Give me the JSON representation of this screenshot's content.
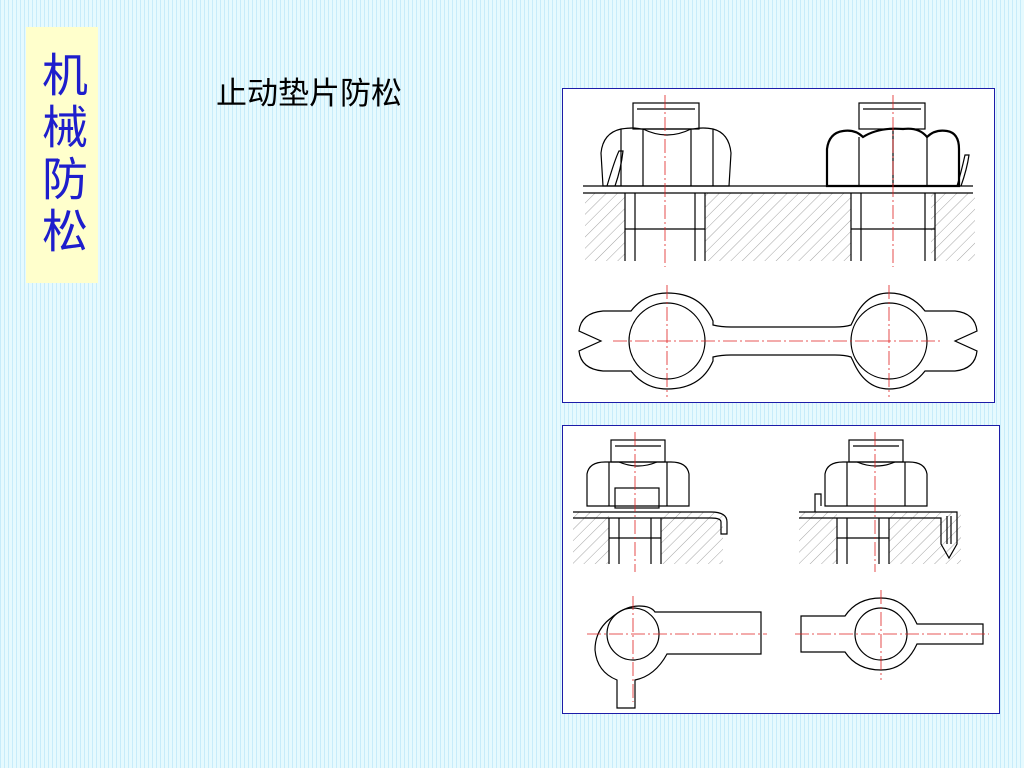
{
  "sidebar": {
    "title": "机械防松"
  },
  "main": {
    "heading": "止动垫片防松"
  },
  "figures": [
    {
      "id": "tab-washer-double",
      "border_color": "#1c1ca8"
    },
    {
      "id": "tab-washer-single",
      "border_color": "#1c1ca8"
    }
  ],
  "colors": {
    "background": "#e6fafe",
    "sidebar_bg": "#ffffcc",
    "sidebar_text": "#1e1ecc",
    "centerline": "#e02020"
  }
}
